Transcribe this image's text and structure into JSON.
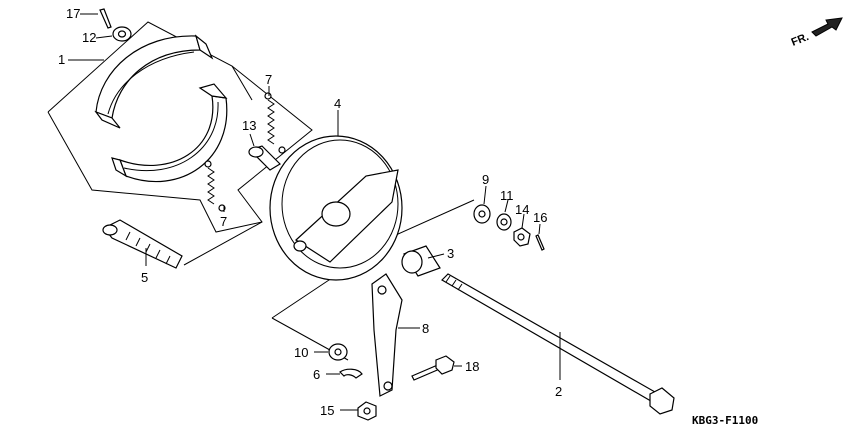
{
  "diagram": {
    "code": "KBG3-F1100",
    "direction_label": "FR.",
    "callouts": {
      "p1": "1",
      "p2": "2",
      "p3": "3",
      "p4": "4",
      "p5": "5",
      "p6": "6",
      "p7a": "7",
      "p7b": "7",
      "p8": "8",
      "p9": "9",
      "p10": "10",
      "p11": "11",
      "p12": "12",
      "p13": "13",
      "p14": "14",
      "p15": "15",
      "p16": "16",
      "p17": "17",
      "p18": "18"
    }
  }
}
